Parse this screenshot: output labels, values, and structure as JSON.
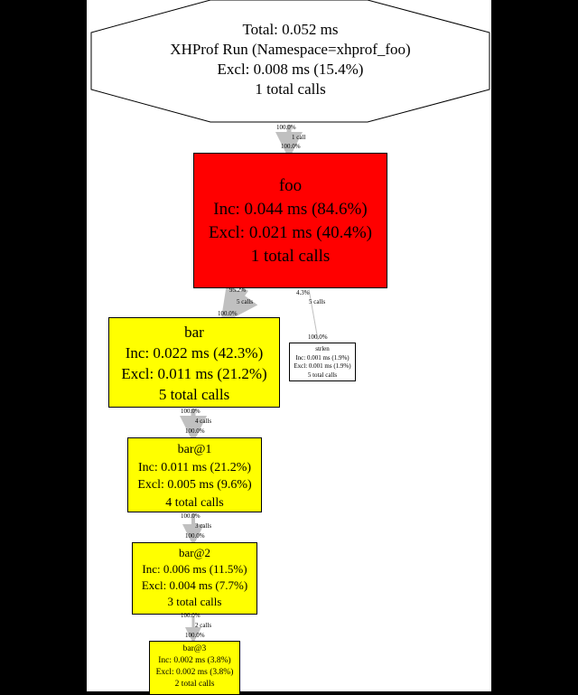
{
  "colors": {
    "hot": "#ff0000",
    "warm": "#ffff00",
    "cold": "#ffffff",
    "edge": "#c0c0c0",
    "background": "#000000"
  },
  "root": {
    "total": "Total: 0.052 ms",
    "name": "XHProf Run (Namespace=xhprof_foo)",
    "excl": "Excl: 0.008 ms (15.4%)",
    "calls": "1 total calls"
  },
  "nodes": {
    "foo": {
      "name": "foo",
      "inc": "Inc: 0.044 ms (84.6%)",
      "excl": "Excl: 0.021 ms (40.4%)",
      "calls": "1 total calls"
    },
    "bar": {
      "name": "bar",
      "inc": "Inc: 0.022 ms (42.3%)",
      "excl": "Excl: 0.011 ms (21.2%)",
      "calls": "5 total calls"
    },
    "strlen": {
      "name": "strlen",
      "inc": "Inc: 0.001 ms (1.9%)",
      "excl": "Excl: 0.001 ms (1.9%)",
      "calls": "5 total calls"
    },
    "bar1": {
      "name": "bar@1",
      "inc": "Inc: 0.011 ms (21.2%)",
      "excl": "Excl: 0.005 ms (9.6%)",
      "calls": "4 total calls"
    },
    "bar2": {
      "name": "bar@2",
      "inc": "Inc: 0.006 ms (11.5%)",
      "excl": "Excl: 0.004 ms (7.7%)",
      "calls": "3 total calls"
    },
    "bar3": {
      "name": "bar@3",
      "inc": "Inc: 0.002 ms (3.8%)",
      "excl": "Excl: 0.002 ms (3.8%)",
      "calls": "2 total calls"
    }
  },
  "edges": {
    "root_foo": {
      "out": "100.0%",
      "calls": "1 call",
      "in": "100.0%"
    },
    "foo_bar": {
      "out": "95.2%",
      "calls": "5 calls",
      "in": "100.0%"
    },
    "foo_strlen": {
      "out": "4.3%",
      "calls": "5 calls",
      "in": "100.0%"
    },
    "bar_bar1": {
      "out": "100.0%",
      "calls": "4 calls",
      "in": "100.0%"
    },
    "bar1_bar2": {
      "out": "100.0%",
      "calls": "3 calls",
      "in": "100.0%"
    }
  }
}
